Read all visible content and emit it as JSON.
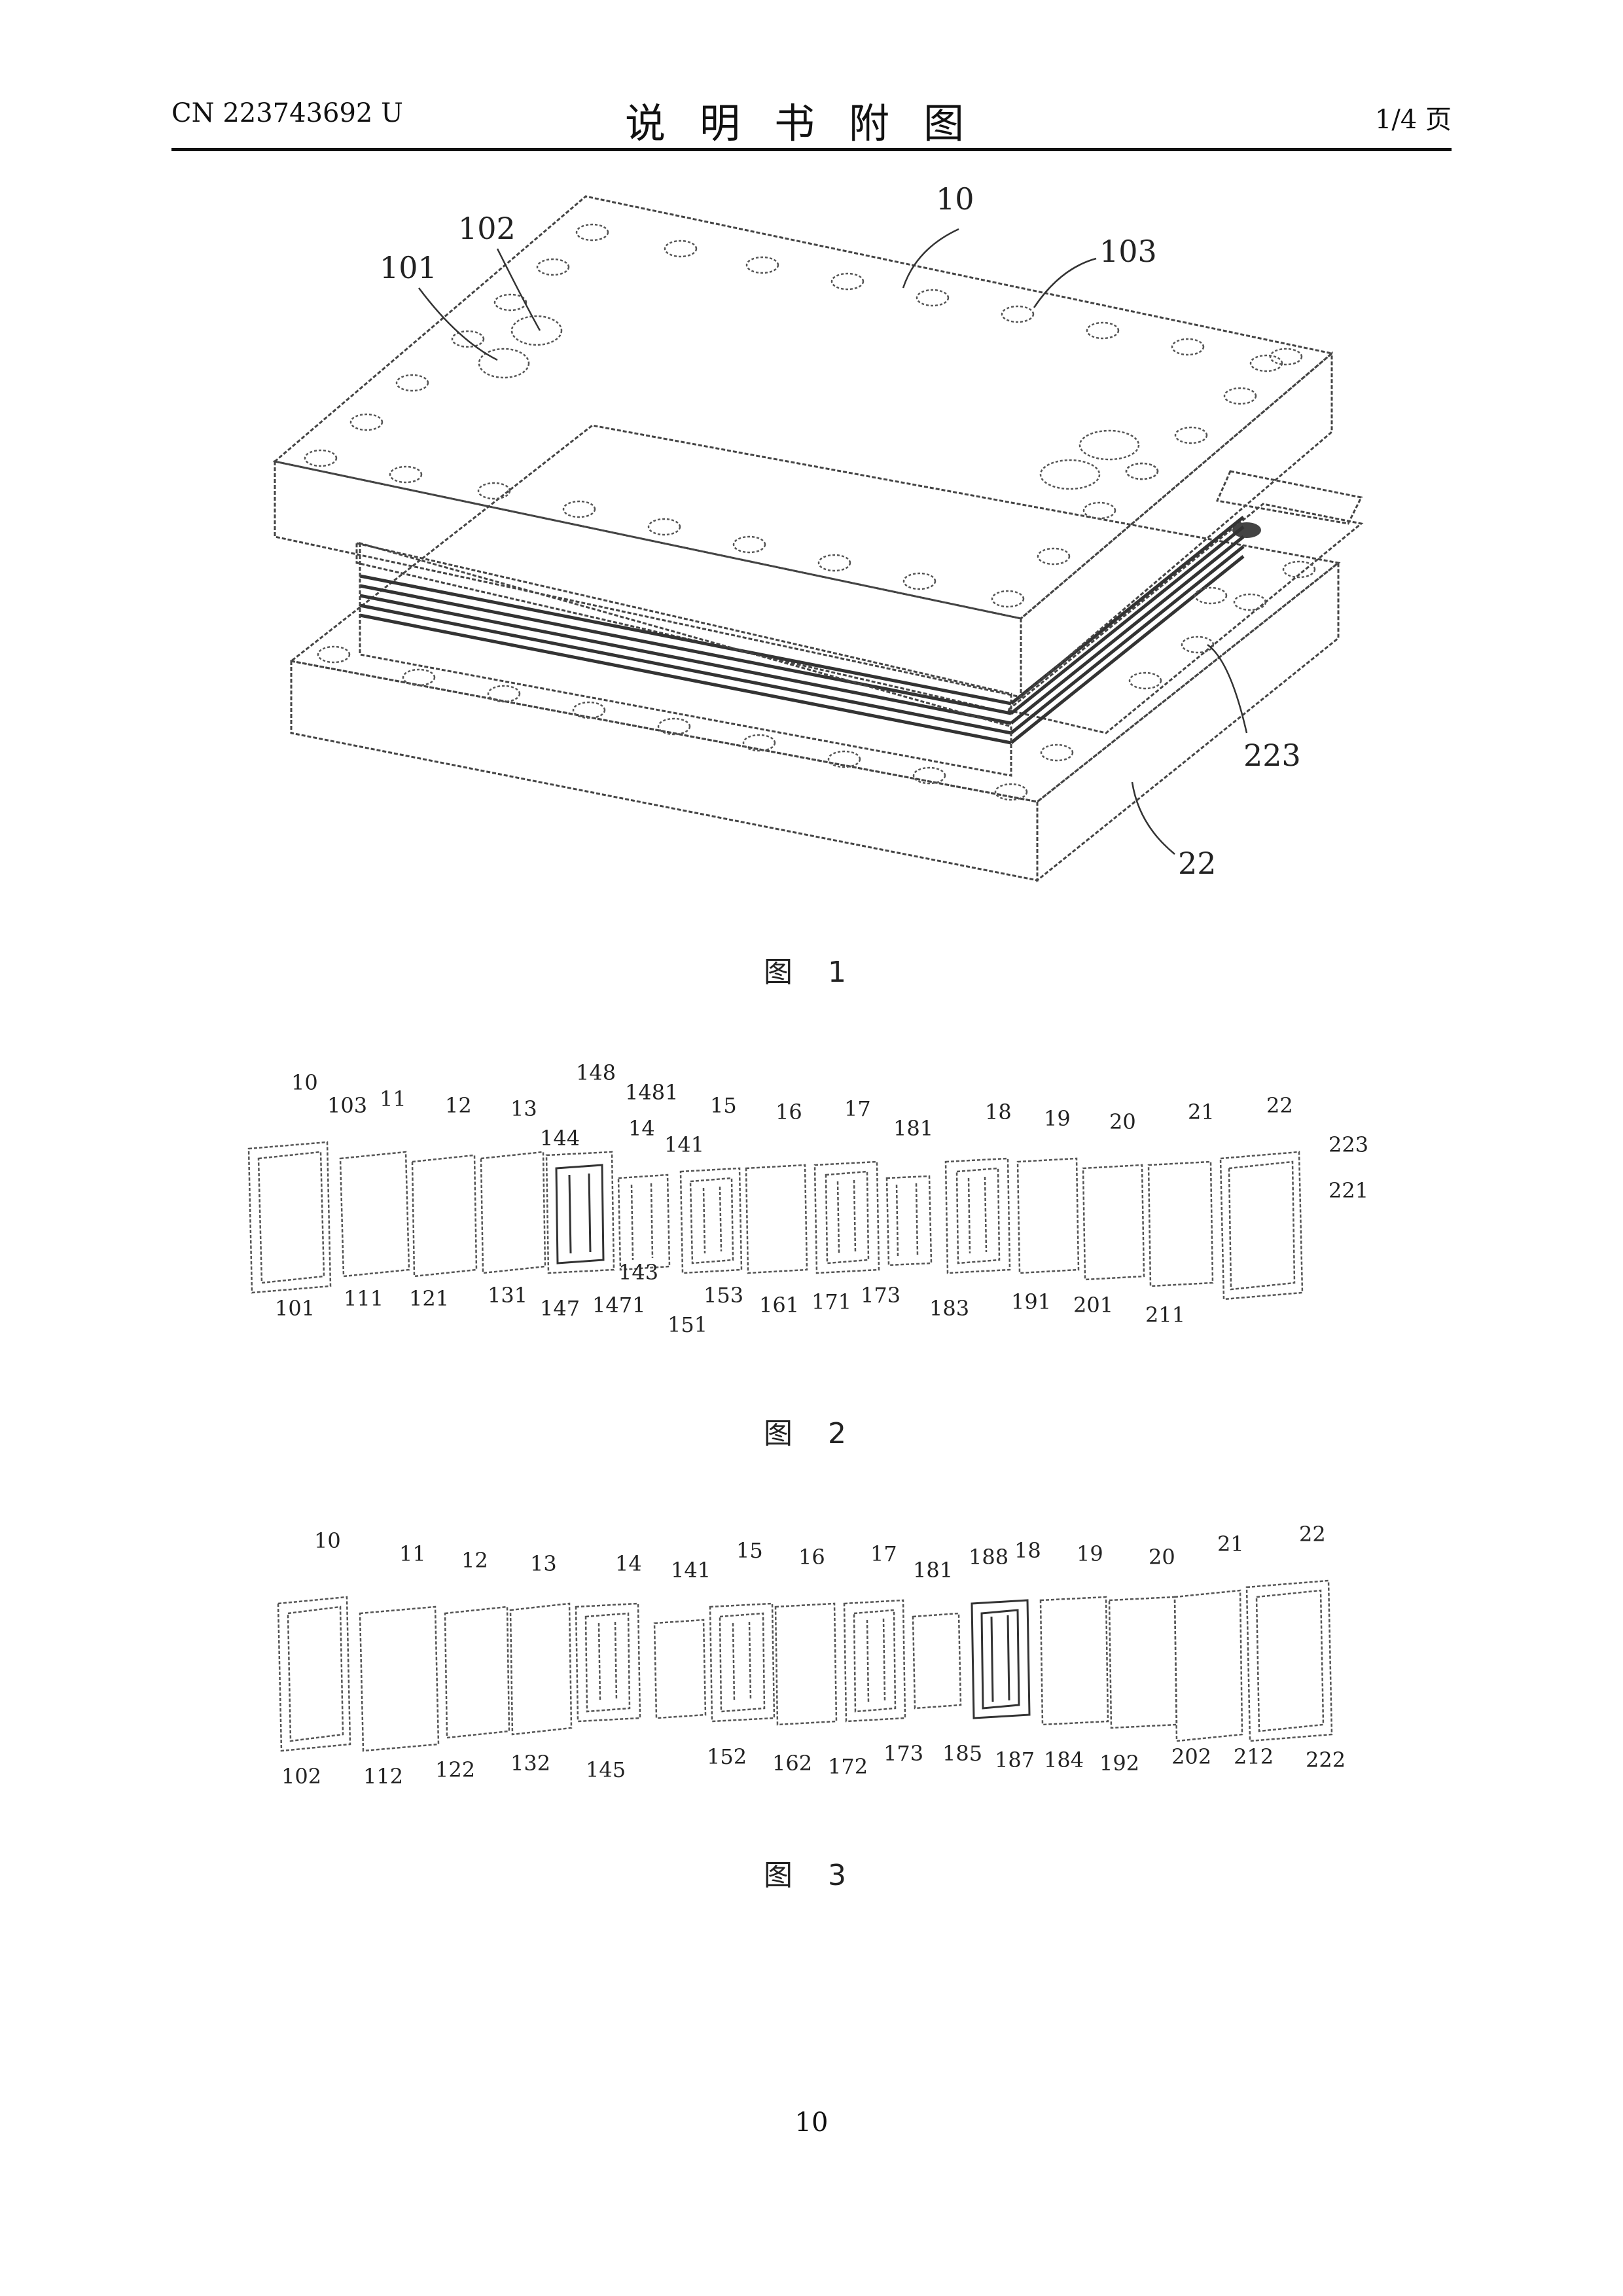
{
  "header": {
    "left": "CN 223743692 U",
    "title": "说明书附图",
    "right": "1/4 页"
  },
  "figures": [
    {
      "caption": "图 1",
      "labels": [
        "10",
        "101",
        "102",
        "103",
        "223",
        "22"
      ]
    },
    {
      "caption": "图 2",
      "labels_top": [
        "10",
        "103",
        "11",
        "12",
        "13",
        "144",
        "148",
        "1481",
        "14",
        "141",
        "15",
        "16",
        "17",
        "181",
        "18",
        "19",
        "20",
        "21",
        "22",
        "223",
        "221"
      ],
      "labels_bottom": [
        "101",
        "111",
        "121",
        "131",
        "147",
        "1471",
        "143",
        "151",
        "153",
        "161",
        "171",
        "173",
        "183",
        "191",
        "201",
        "211"
      ]
    },
    {
      "caption": "图 3",
      "labels_top": [
        "10",
        "11",
        "12",
        "13",
        "14",
        "141",
        "15",
        "16",
        "17",
        "181",
        "188",
        "18",
        "19",
        "20",
        "21",
        "22"
      ],
      "labels_bottom": [
        "102",
        "112",
        "122",
        "132",
        "145",
        "152",
        "162",
        "172",
        "173",
        "185",
        "187",
        "184",
        "192",
        "202",
        "212",
        "222"
      ]
    }
  ],
  "page_number": "10"
}
